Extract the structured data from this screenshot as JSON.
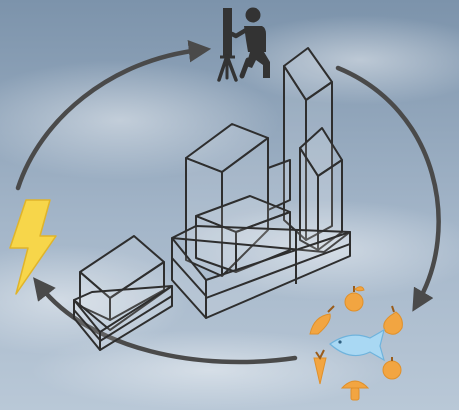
{
  "diagram": {
    "stages": [
      {
        "name": "artist-painting",
        "icon": "painter-at-easel-icon"
      },
      {
        "name": "food",
        "icon": "food-cluster-icon"
      },
      {
        "name": "energy",
        "icon": "lightning-bolt-icon"
      }
    ],
    "center_icon": "isometric-buildings-icon",
    "cycle_direction": "clockwise",
    "colors": {
      "sky_top": "#7c93ab",
      "sky_bottom": "#b3c3d3",
      "arrow": "#4a4a4a",
      "figure": "#333333",
      "bolt": "#f7d64a",
      "food_orange": "#f2a541",
      "fish": "#a9d8f3",
      "building_fill": "#ffffff",
      "building_stroke": "#2e2e2e"
    }
  }
}
